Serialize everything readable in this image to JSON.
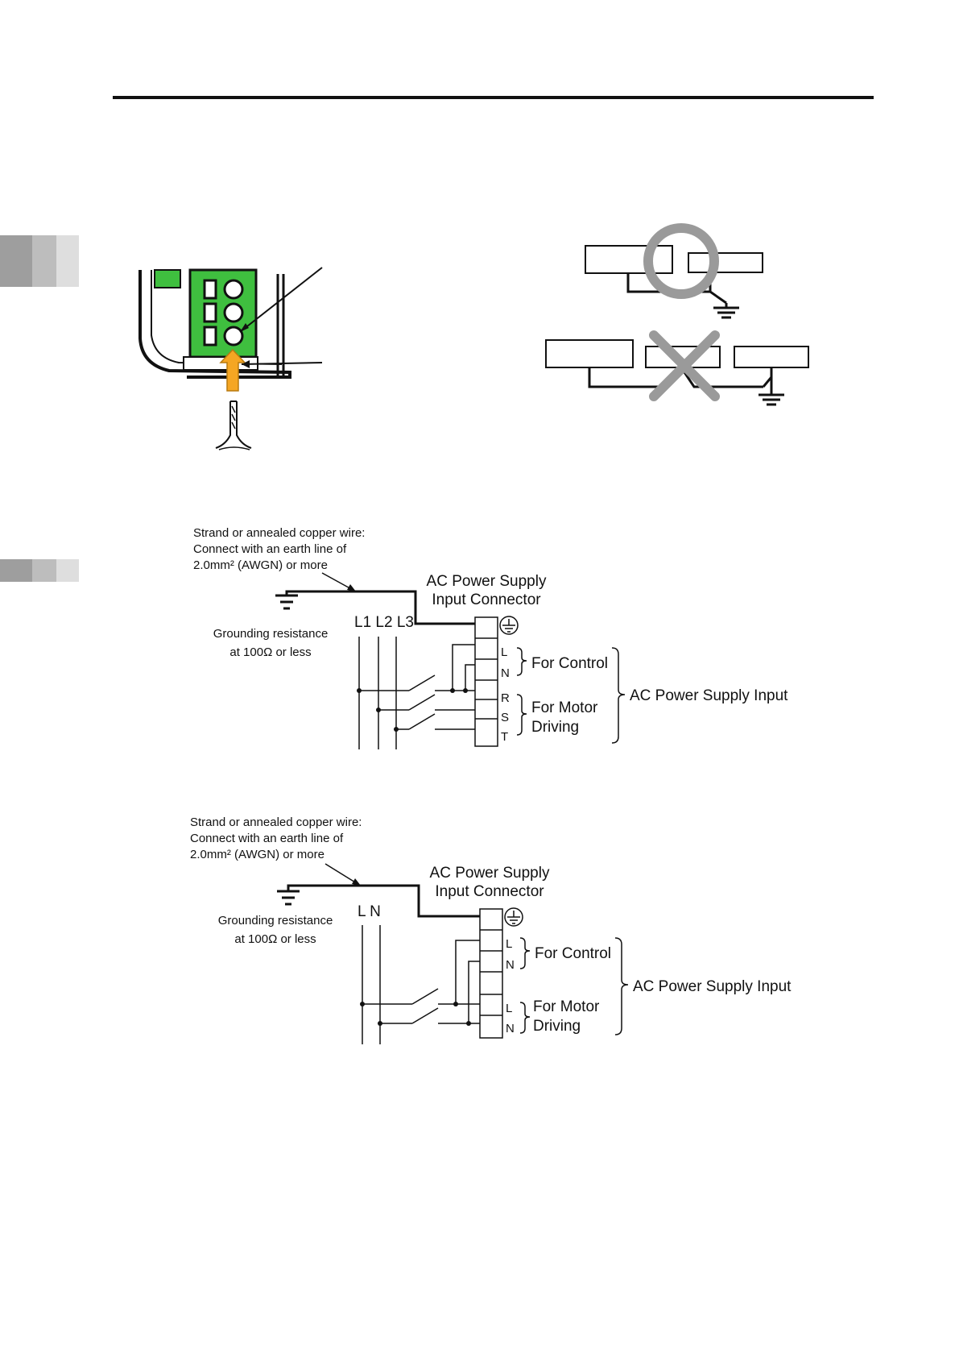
{
  "colors": {
    "ink": "#111111",
    "terminal_green": "#3fbf3f",
    "arrow_orange": "#f5a623",
    "tab_gray_dark": "#9e9e9e",
    "tab_gray_mid": "#bdbdbd",
    "tab_gray_light": "#dedede",
    "ok_mark": "#9a9a9a",
    "ng_mark": "#9a9a9a"
  },
  "icons": {
    "ok_mark": "circle-o-icon",
    "ng_mark": "cross-x-icon",
    "ground": "ground-symbol-icon",
    "pe_terminal": "protective-earth-icon"
  },
  "three_phase": {
    "wire_note": [
      "Strand or annealed copper wire:",
      "Connect with an earth line of",
      "2.0mm² (AWGN) or more"
    ],
    "connector_title": [
      "AC Power Supply",
      "Input Connector"
    ],
    "ground_note": [
      "Grounding resistance",
      "at 100Ω or less"
    ],
    "supply_lines": "L1 L2 L3",
    "terminals": [
      "L",
      "N",
      "R",
      "S",
      "T"
    ],
    "for_control": "For Control",
    "for_motor": [
      "For Motor",
      "Driving"
    ],
    "ac_input": "AC Power Supply Input"
  },
  "single_phase": {
    "wire_note": [
      "Strand or annealed copper wire:",
      "Connect with an earth line of",
      "2.0mm² (AWGN) or more"
    ],
    "connector_title": [
      "AC Power Supply",
      "Input Connector"
    ],
    "ground_note": [
      "Grounding resistance",
      "at 100Ω or less"
    ],
    "supply_lines": "L  N",
    "terminals": [
      "L",
      "N",
      "L",
      "N"
    ],
    "for_control": "For Control",
    "for_motor": [
      "For Motor",
      "Driving"
    ],
    "ac_input": "AC Power Supply Input"
  }
}
